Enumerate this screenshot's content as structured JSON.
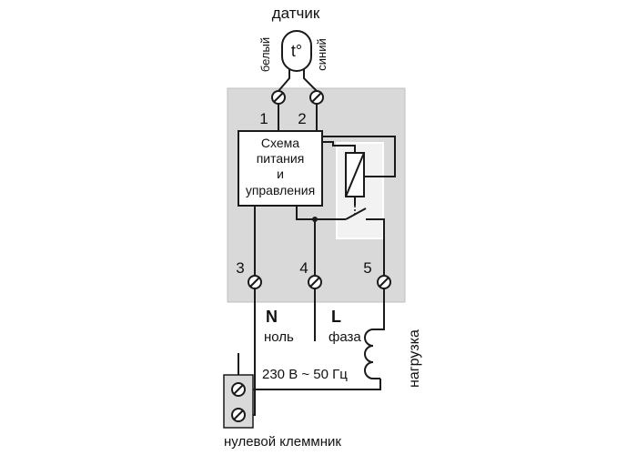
{
  "sensor": {
    "title": "датчик",
    "symbol": "t°",
    "wire_left": "белый",
    "wire_right": "синий"
  },
  "terminals": {
    "t1": "1",
    "t2": "2",
    "t3": "3",
    "t4": "4",
    "t5": "5"
  },
  "control_block": {
    "lines": [
      "Схема",
      "питания",
      "и",
      "управления"
    ]
  },
  "labels": {
    "neutral_letter": "N",
    "neutral_word": "ноль",
    "phase_letter": "L",
    "phase_word": "фаза",
    "load": "нагрузка",
    "supply": "230 В ~ 50 Гц",
    "neutral_block": "нулевой клеммник"
  },
  "colors": {
    "housing": "#d9d9d9",
    "housing_border": "#bfbfbf",
    "relay_bg": "#f2f2f2",
    "wire": "#1a1a1a"
  }
}
